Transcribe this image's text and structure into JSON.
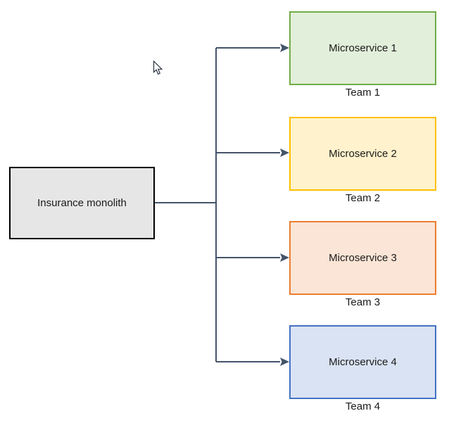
{
  "diagram": {
    "background_color": "#ffffff",
    "connector_color": "#44546a",
    "text_color": "#1a1a1a",
    "monolith": {
      "label": "Insurance monolith",
      "fill": "#e7e6e6",
      "border": "#000000"
    },
    "microservices": [
      {
        "label": "Microservice 1",
        "team": "Team 1",
        "fill": "#e2efda",
        "border": "#70ad47"
      },
      {
        "label": "Microservice 2",
        "team": "Team 2",
        "fill": "#fff2cc",
        "border": "#ffc000"
      },
      {
        "label": "Microservice 3",
        "team": "Team 3",
        "fill": "#fbe5d6",
        "border": "#ed7d31"
      },
      {
        "label": "Microservice 4",
        "team": "Team 4",
        "fill": "#dae3f3",
        "border": "#4472c4"
      }
    ],
    "edges": [
      {
        "from": "Insurance monolith",
        "to": "Microservice 1"
      },
      {
        "from": "Insurance monolith",
        "to": "Microservice 2"
      },
      {
        "from": "Insurance monolith",
        "to": "Microservice 3"
      },
      {
        "from": "Insurance monolith",
        "to": "Microservice 4"
      }
    ],
    "cursor": "arrow-pointer"
  }
}
